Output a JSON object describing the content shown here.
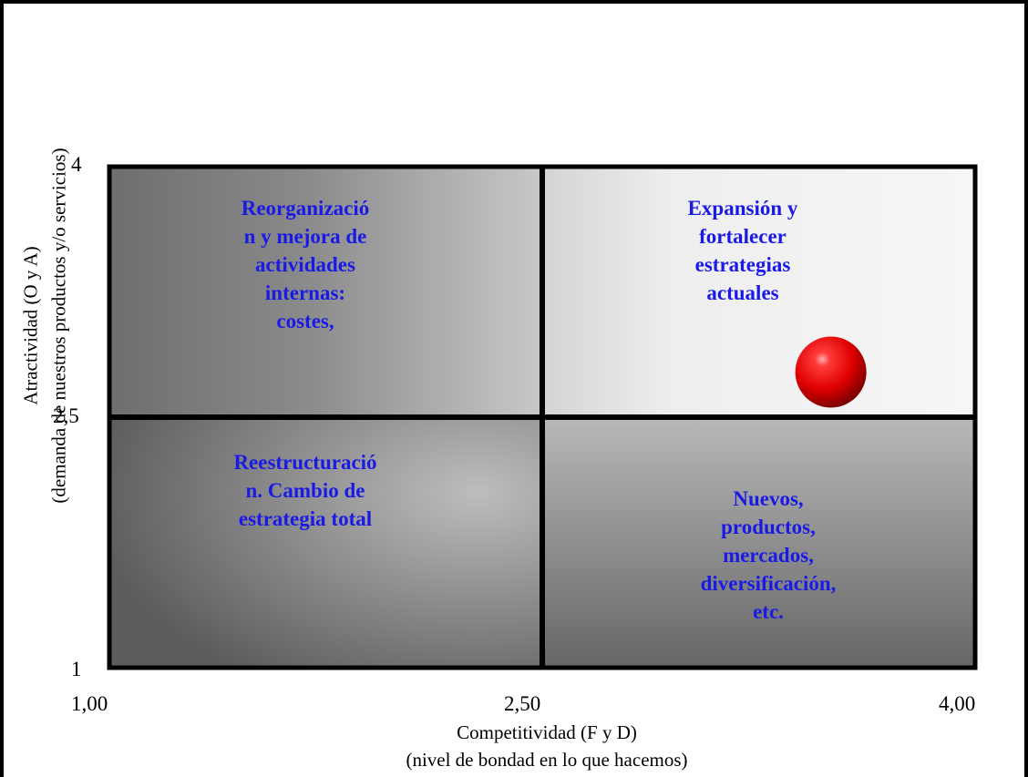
{
  "chart_data": {
    "type": "scatter",
    "xlabel": "Competitividad (F y D)",
    "xlabel_sub": "(nivel de bondad en lo que hacemos)",
    "ylabel": "Atractividad (O y A)",
    "ylabel_sub": "(demanda de nuestros productos y/o servicios)",
    "xlim": [
      1.0,
      4.0
    ],
    "ylim": [
      1,
      4
    ],
    "x_ticks": [
      "1,00",
      "2,50",
      "4,00"
    ],
    "y_ticks": [
      "4",
      "2,5",
      "1"
    ],
    "divider_x": 2.5,
    "divider_y": 2.5,
    "points": [
      {
        "x": 3.5,
        "y": 2.77,
        "color": "#e00000"
      }
    ],
    "quadrants": {
      "top_left": "Reorganizació\nn y mejora de\nactividades\ninternas:\ncostes,",
      "top_right": "Expansión  y\nfortalecer\nestrategias\nactuales",
      "bottom_left": "Reestructuració\nn. Cambio de\nestrategia total",
      "bottom_right": "Nuevos,\nproductos,\nmercados,\ndiversificación,\netc."
    },
    "quadrant_text_color": "#1a1ae6"
  }
}
